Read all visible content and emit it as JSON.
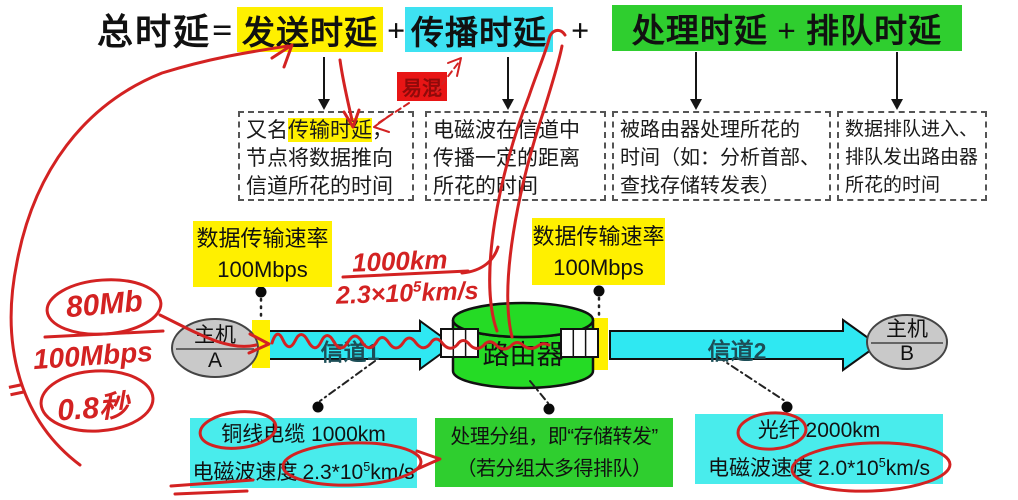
{
  "title": {
    "total": "总时延",
    "eq": "=",
    "plus1": "+",
    "plus2": "+",
    "term1": "发送时延",
    "term2": "传播时延",
    "term3": "处理时延 + 排队时延"
  },
  "badge": "易混",
  "defs": {
    "box1_pre": "又名",
    "box1_hl": "传输时延",
    "box1_post": "，",
    "box1_l2": "节点将数据推向",
    "box1_l3": "信道所花的时间",
    "box2_l1": "电磁波在信道中",
    "box2_l2": "传播一定的距离",
    "box2_l3": "所花的时间",
    "box3_l1": "被路由器处理所花的",
    "box3_l2": "时间（如：分析首部、",
    "box3_l3": "查找存储转发表）",
    "box4_l1": "数据排队进入、",
    "box4_l2": "排队发出路由器",
    "box4_l3": "所花的时间"
  },
  "rate_left": {
    "l1": "数据传输速率",
    "l2": "100Mbps"
  },
  "rate_right": {
    "l1": "数据传输速率",
    "l2": "100Mbps"
  },
  "hand": {
    "frac_num": "1000km",
    "frac_den_base": "2.3×10",
    "frac_den_sup": "5",
    "frac_den_unit": "km/s",
    "num": "80Mb",
    "den": "100Mbps",
    "eq": "=",
    "result": "0.8秒"
  },
  "diagram": {
    "host_a_l1": "主机",
    "host_a_l2": "A",
    "host_b_l1": "主机",
    "host_b_l2": "B",
    "ch1": "信道1",
    "ch2": "信道2",
    "router": "路由器"
  },
  "notes": {
    "left_l1": "铜线电缆 1000km",
    "left_l2_label": "电磁波速度",
    "left_l2_base": "2.3*10",
    "left_l2_sup": "5",
    "left_l2_unit": "km/s",
    "mid_l1": "处理分组，即“存储转发”",
    "mid_l2": "（若分组太多得排队）",
    "right_l1": "光纤 2000km",
    "right_l2_label": "电磁波速度",
    "right_l2_base": "2.0*10",
    "right_l2_sup": "5",
    "right_l2_unit": "km/s"
  },
  "colors": {
    "yellow": "#FFF000",
    "cyan_hl": "#3EE2F2",
    "green": "#2FCE2F",
    "cyan_box": "#49ECEC",
    "router_green": "#25DB25",
    "arrow_cyan": "#2FE8F2",
    "red": "#D32222",
    "badge_bg": "#E81515",
    "badge_text": "#8F0A0A",
    "gray": "#C9C9C9"
  }
}
